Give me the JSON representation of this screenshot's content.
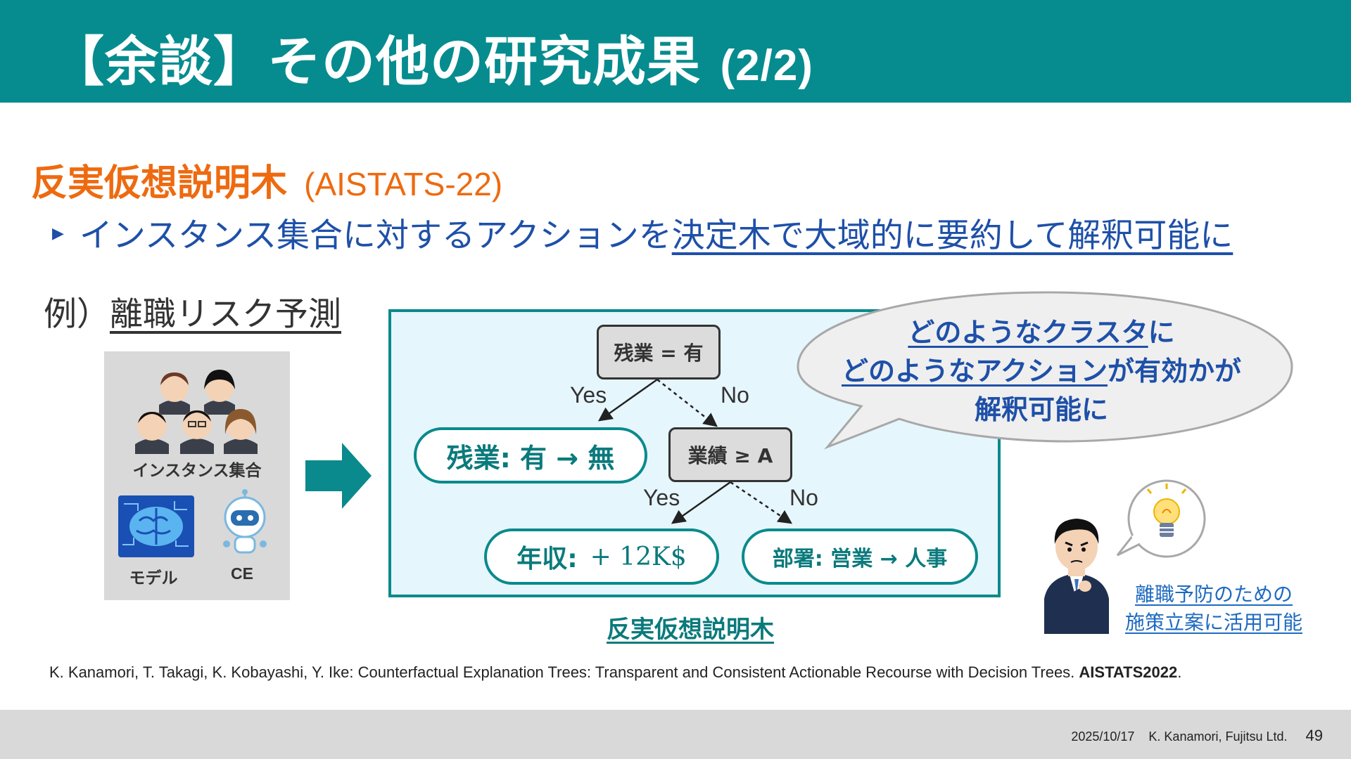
{
  "slide": {
    "title": "【余談】その他の研究成果",
    "title_suffix": "(2/2)",
    "section_title": "反実仮想説明木",
    "section_venue": "(AISTATS-22)",
    "bullet_plain": "インスタンス集合に対するアクションを",
    "bullet_underlined": "決定木で大域的に要約して解釈可能に",
    "example_prefix": "例）",
    "example_label": "離職リスク予測"
  },
  "left_panel": {
    "instances_label": "インスタンス集合",
    "model_label": "モデル",
    "ce_label": "CE"
  },
  "tree": {
    "root": "残業 = 有",
    "root_yes": "Yes",
    "root_no": "No",
    "leaf_overtime": "残業: 有 → 無",
    "internal": "業績 ≥ A",
    "internal_yes": "Yes",
    "internal_no": "No",
    "leaf_salary_prefix": "年収:",
    "leaf_salary_value": "+ 12K$",
    "leaf_dept": "部署: 営業 → 人事",
    "caption": "反実仮想説明木"
  },
  "callout": {
    "line1_underlined": "どのようなクラスタ",
    "line1_rest": "に",
    "line2_underlined": "どのようなアクション",
    "line2_rest": "が有効かが",
    "line3": "解釈可能に"
  },
  "usage": {
    "line1": "離職予防のための",
    "line2": "施策立案に活用可能"
  },
  "reference": {
    "text": "K. Kanamori, T. Takagi, K. Kobayashi, Y. Ike: Counterfactual Explanation Trees: Transparent and Consistent Actionable Recourse with Decision Trees. ",
    "venue": "AISTATS2022",
    "end": "."
  },
  "footer": {
    "date": "2025/10/17",
    "author": "K. Kanamori,  Fujitsu Ltd.",
    "page": "49"
  },
  "colors": {
    "header": "#068c8f",
    "accent_orange": "#ee6a10",
    "link_blue": "#1e50a8",
    "teal": "#0a8a8c"
  }
}
